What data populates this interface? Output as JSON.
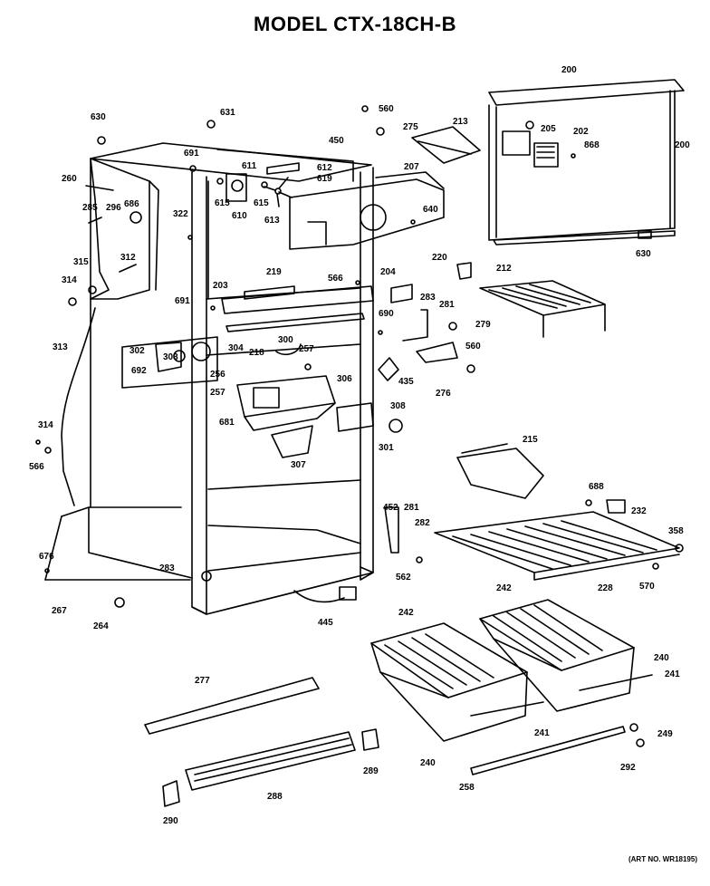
{
  "title": "MODEL CTX-18CH-B",
  "art_no": "(ART NO. WR18195)",
  "parts": [
    {
      "id": "p630a",
      "label": "630"
    },
    {
      "id": "p631",
      "label": "631"
    },
    {
      "id": "p560a",
      "label": "560"
    },
    {
      "id": "p200a",
      "label": "200"
    },
    {
      "id": "p275",
      "label": "275"
    },
    {
      "id": "p213",
      "label": "213"
    },
    {
      "id": "p450",
      "label": "450"
    },
    {
      "id": "p205",
      "label": "205"
    },
    {
      "id": "p202",
      "label": "202"
    },
    {
      "id": "p868",
      "label": "868"
    },
    {
      "id": "p200b",
      "label": "200"
    },
    {
      "id": "p691a",
      "label": "691"
    },
    {
      "id": "p611",
      "label": "611"
    },
    {
      "id": "p612",
      "label": "612"
    },
    {
      "id": "p619",
      "label": "619"
    },
    {
      "id": "p207",
      "label": "207"
    },
    {
      "id": "p260",
      "label": "260"
    },
    {
      "id": "p686",
      "label": "686"
    },
    {
      "id": "p615a",
      "label": "615"
    },
    {
      "id": "p615b",
      "label": "615"
    },
    {
      "id": "p285",
      "label": "285"
    },
    {
      "id": "p296",
      "label": "296"
    },
    {
      "id": "p610",
      "label": "610"
    },
    {
      "id": "p613",
      "label": "613"
    },
    {
      "id": "p322",
      "label": "322"
    },
    {
      "id": "p640",
      "label": "640"
    },
    {
      "id": "p630b",
      "label": "630"
    },
    {
      "id": "p315",
      "label": "315"
    },
    {
      "id": "p312",
      "label": "312"
    },
    {
      "id": "p220",
      "label": "220"
    },
    {
      "id": "p212",
      "label": "212"
    },
    {
      "id": "p314a",
      "label": "314"
    },
    {
      "id": "p219",
      "label": "219"
    },
    {
      "id": "p566a",
      "label": "566"
    },
    {
      "id": "p204",
      "label": "204"
    },
    {
      "id": "p203",
      "label": "203"
    },
    {
      "id": "p283a",
      "label": "283"
    },
    {
      "id": "p691b",
      "label": "691"
    },
    {
      "id": "p281a",
      "label": "281"
    },
    {
      "id": "p690",
      "label": "690"
    },
    {
      "id": "p279",
      "label": "279"
    },
    {
      "id": "p313",
      "label": "313"
    },
    {
      "id": "p300",
      "label": "300"
    },
    {
      "id": "p218",
      "label": "218"
    },
    {
      "id": "p257a",
      "label": "257"
    },
    {
      "id": "p560b",
      "label": "560"
    },
    {
      "id": "p302",
      "label": "302"
    },
    {
      "id": "p304",
      "label": "304"
    },
    {
      "id": "p692",
      "label": "692"
    },
    {
      "id": "p303",
      "label": "303"
    },
    {
      "id": "p256",
      "label": "256"
    },
    {
      "id": "p306",
      "label": "306"
    },
    {
      "id": "p435",
      "label": "435"
    },
    {
      "id": "p276",
      "label": "276"
    },
    {
      "id": "p257b",
      "label": "257"
    },
    {
      "id": "p308",
      "label": "308"
    },
    {
      "id": "p681",
      "label": "681"
    },
    {
      "id": "p314b",
      "label": "314"
    },
    {
      "id": "p301",
      "label": "301"
    },
    {
      "id": "p215",
      "label": "215"
    },
    {
      "id": "p566b",
      "label": "566"
    },
    {
      "id": "p307",
      "label": "307"
    },
    {
      "id": "p688",
      "label": "688"
    },
    {
      "id": "p452",
      "label": "452"
    },
    {
      "id": "p281b",
      "label": "281"
    },
    {
      "id": "p232",
      "label": "232"
    },
    {
      "id": "p282",
      "label": "282"
    },
    {
      "id": "p358",
      "label": "358"
    },
    {
      "id": "p676",
      "label": "676"
    },
    {
      "id": "p562",
      "label": "562"
    },
    {
      "id": "p283b",
      "label": "283"
    },
    {
      "id": "p228",
      "label": "228"
    },
    {
      "id": "p570",
      "label": "570"
    },
    {
      "id": "p267",
      "label": "267"
    },
    {
      "id": "p242a",
      "label": "242"
    },
    {
      "id": "p242b",
      "label": "242"
    },
    {
      "id": "p445",
      "label": "445"
    },
    {
      "id": "p264",
      "label": "264"
    },
    {
      "id": "p240a",
      "label": "240"
    },
    {
      "id": "p241a",
      "label": "241"
    },
    {
      "id": "p277",
      "label": "277"
    },
    {
      "id": "p241b",
      "label": "241"
    },
    {
      "id": "p249",
      "label": "249"
    },
    {
      "id": "p289",
      "label": "289"
    },
    {
      "id": "p240b",
      "label": "240"
    },
    {
      "id": "p292",
      "label": "292"
    },
    {
      "id": "p258",
      "label": "258"
    },
    {
      "id": "p288",
      "label": "288"
    },
    {
      "id": "p290",
      "label": "290"
    }
  ]
}
